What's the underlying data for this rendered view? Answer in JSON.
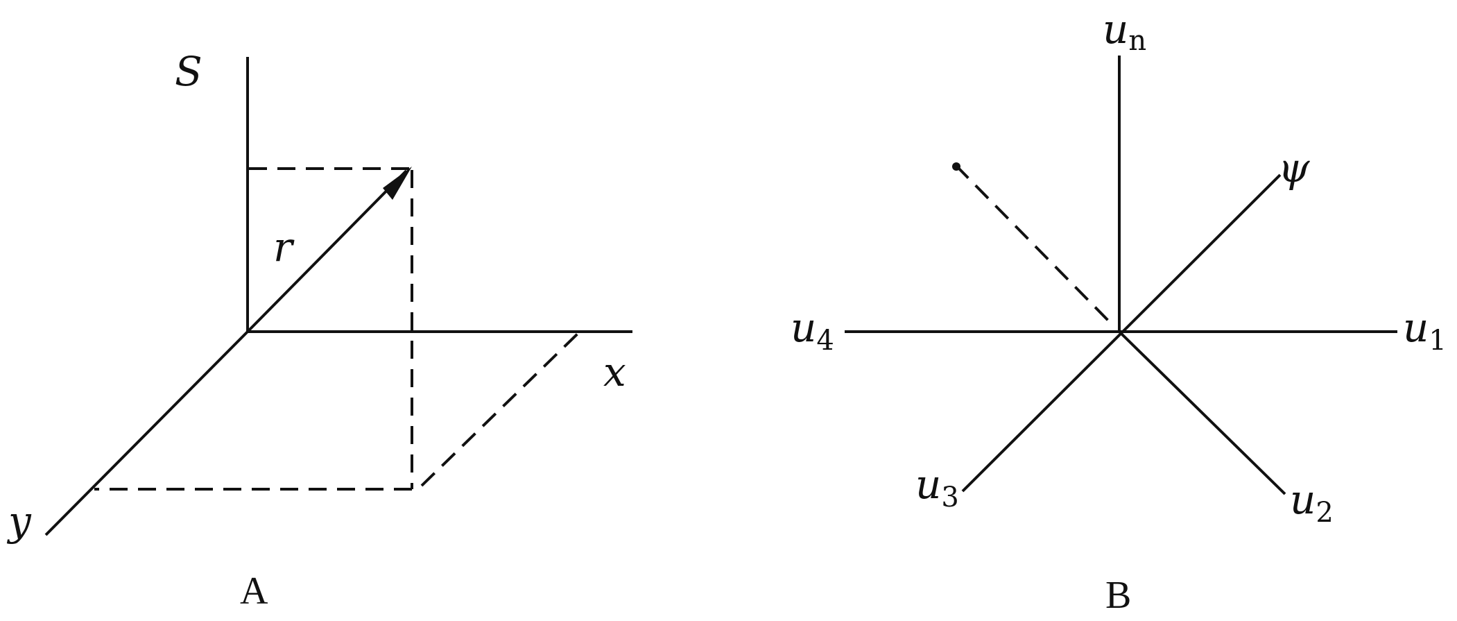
{
  "panel_a": {
    "caption": "A",
    "labels": {
      "s": "S",
      "x": "x",
      "y": "y",
      "r": "r"
    }
  },
  "panel_b": {
    "caption": "B",
    "labels": {
      "un": "u",
      "un_sub": "n",
      "u1": "u",
      "u1_sub": "1",
      "u2": "u",
      "u2_sub": "2",
      "u3": "u",
      "u3_sub": "3",
      "u4": "u",
      "u4_sub": "4",
      "psi": "ψ"
    }
  }
}
